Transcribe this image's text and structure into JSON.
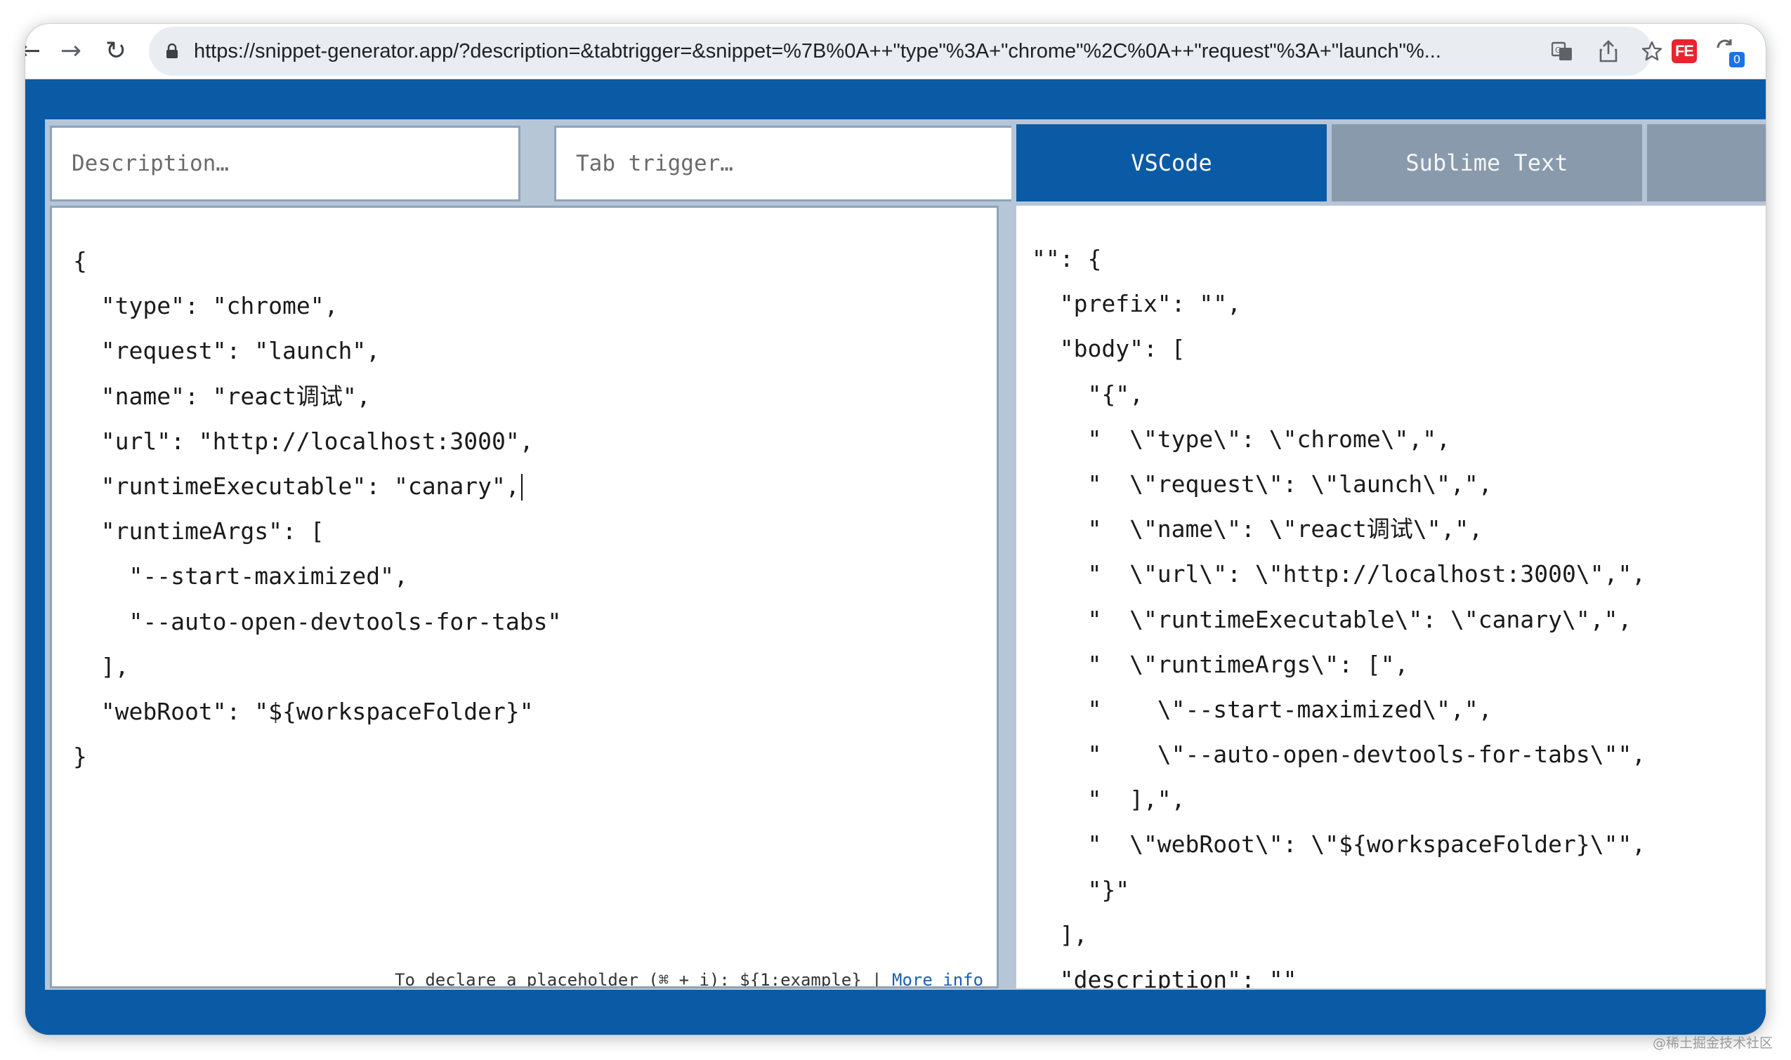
{
  "browser": {
    "url": "https://snippet-generator.app/?description=&tabtrigger=&snippet=%7B%0A++\"type\"%3A+\"chrome\"%2C%0A++\"request\"%3A+\"launch\"%...",
    "back_glyph": "←",
    "forward_glyph": "→",
    "reload_glyph": "↻",
    "extension_fe_label": "FE",
    "extension_badge_count": "0"
  },
  "form": {
    "description_placeholder": "Description…",
    "tabtrigger_placeholder": "Tab trigger…",
    "description_value": "",
    "tabtrigger_value": ""
  },
  "tabs": [
    {
      "label": "VSCode",
      "active": true
    },
    {
      "label": "Sublime Text",
      "active": false
    }
  ],
  "input_snippet_lines": [
    "{",
    "  \"type\": \"chrome\",",
    "  \"request\": \"launch\",",
    "  \"name\": \"react调试\",",
    "  \"url\": \"http://localhost:3000\",",
    "  \"runtimeExecutable\": \"canary\",",
    "  \"runtimeArgs\": [",
    "    \"--start-maximized\",",
    "    \"--auto-open-devtools-for-tabs\"",
    "  ],",
    "  \"webRoot\": \"${workspaceFolder}\"",
    "}"
  ],
  "output_snippet_lines": [
    "\"\": {",
    "  \"prefix\": \"\",",
    "  \"body\": [",
    "    \"{\",",
    "    \"  \\\"type\\\": \\\"chrome\\\",\",",
    "    \"  \\\"request\\\": \\\"launch\\\",\",",
    "    \"  \\\"name\\\": \\\"react调试\\\",\",",
    "    \"  \\\"url\\\": \\\"http://localhost:3000\\\",\",",
    "    \"  \\\"runtimeExecutable\\\": \\\"canary\\\",\",",
    "    \"  \\\"runtimeArgs\\\": [\",",
    "    \"    \\\"--start-maximized\\\",\",",
    "    \"    \\\"--auto-open-devtools-for-tabs\\\"\",",
    "    \"  ],\",",
    "    \"  \\\"webRoot\\\": \\\"${workspaceFolder}\\\"\",",
    "    \"}\"",
    "  ],",
    "  \"description\": \"\"",
    "}"
  ],
  "hint": {
    "text": "To declare a placeholder (⌘ + i): ${1:example} | ",
    "link": "More info"
  },
  "watermark": "@稀土掘金技术社区",
  "colors": {
    "brand_blue": "#0b5aa5",
    "inactive_tab": "#8a9aad",
    "panel_bg": "#b7c6d7"
  }
}
